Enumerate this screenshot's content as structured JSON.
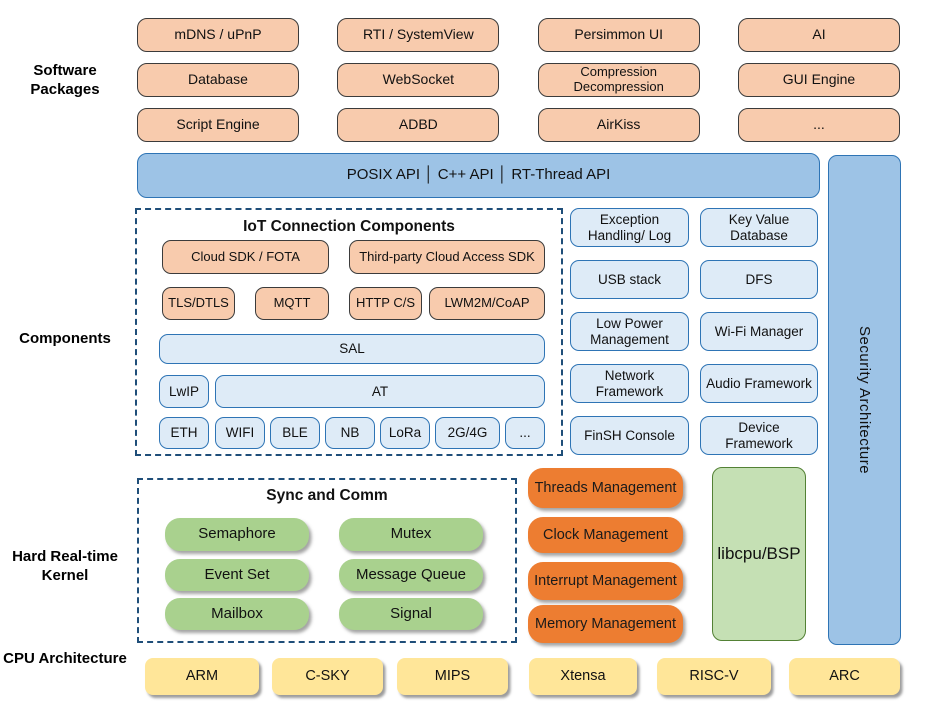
{
  "side_labels": {
    "software_packages": "Software Packages",
    "components": "Components",
    "kernel": "Hard Real-time Kernel",
    "cpu": "CPU Architecture"
  },
  "software_packages": {
    "items": [
      "mDNS / uPnP",
      "RTI / SystemView",
      "Persimmon UI",
      "AI",
      "Database",
      "WebSocket",
      "Compression Decompression",
      "GUI Engine",
      "Script Engine",
      "ADBD",
      "AirKiss",
      "..."
    ]
  },
  "api_bar": {
    "label": "POSIX API │ C++ API │ RT-Thread API"
  },
  "security_bar": {
    "label": "Security Architecture"
  },
  "components_section": {
    "iot": {
      "title": "IoT Connection Components",
      "cloud_row": [
        "Cloud SDK / FOTA",
        "Third-party Cloud Access SDK"
      ],
      "protocol_row": [
        "TLS/DTLS",
        "MQTT",
        "HTTP C/S",
        "LWM2M/CoAP"
      ],
      "sal": "SAL",
      "lwip": "LwIP",
      "at": "AT",
      "link_row": [
        "ETH",
        "WIFI",
        "BLE",
        "NB",
        "LoRa",
        "2G/4G",
        "..."
      ]
    },
    "services": [
      "Exception Handling/ Log",
      "Key Value Database",
      "USB stack",
      "DFS",
      "Low Power Management",
      "Wi-Fi Manager",
      "Network Framework",
      "Audio Framework",
      "FinSH Console",
      "Device Framework"
    ]
  },
  "kernel_section": {
    "sync_comm": {
      "title": "Sync and Comm",
      "items": [
        "Semaphore",
        "Mutex",
        "Event Set",
        "Message Queue",
        "Mailbox",
        "Signal"
      ]
    },
    "management": [
      "Threads Management",
      "Clock Management",
      "Interrupt Management",
      "Memory Management"
    ],
    "libcpu": "libcpu/BSP"
  },
  "cpu_row": [
    "ARM",
    "C-SKY",
    "MIPS",
    "Xtensa",
    "RISC-V",
    "ARC"
  ],
  "colors": {
    "package_fill": "#F8CBAD",
    "api_fill": "#9DC3E6",
    "service_fill": "#DEEBF7",
    "service_border": "#2E74B5",
    "sync_fill": "#A9D18E",
    "management_fill": "#ED7D31",
    "libcpu_fill": "#C5E0B4",
    "cpu_fill": "#FFE699",
    "dashed_border": "#1F4E79"
  }
}
